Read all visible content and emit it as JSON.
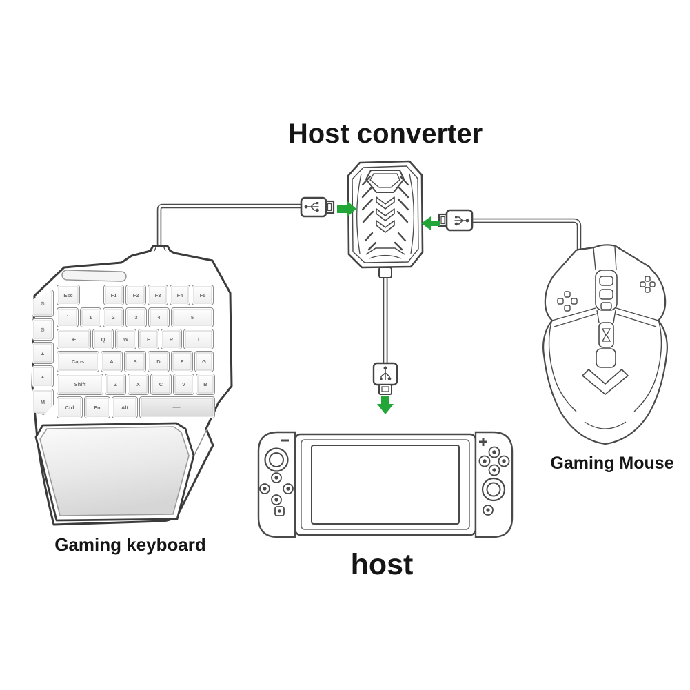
{
  "title": "Host converter",
  "labels": {
    "keyboard": "Gaming keyboard",
    "mouse": "Gaming Mouse",
    "host": "host"
  },
  "colors": {
    "background": "#ffffff",
    "line_dark": "#3b3b3b",
    "line_medium": "#4a4a4a",
    "line_light": "#9a9a9a",
    "arrow_green": "#22a638",
    "label_text": "#151515",
    "wrist_rest_top": "#fbfbfb",
    "wrist_rest_bottom": "#d6d6d6"
  },
  "icons": {
    "usb_connector": "usb-trident-icon",
    "flow_arrows": [
      "arrow-right-icon",
      "arrow-left-icon",
      "arrow-down-icon"
    ]
  },
  "keyboard_keys": {
    "side_column": [
      "⚙",
      "⚙",
      "▲",
      "▲",
      "M"
    ],
    "rows": [
      [
        "Esc",
        "F1",
        "F2",
        "F3",
        "F4",
        "F5"
      ],
      [
        "`",
        "1",
        "2",
        "3",
        "4",
        "5"
      ],
      [
        "⇤",
        "Q",
        "W",
        "E",
        "R",
        "T"
      ],
      [
        "Caps",
        "A",
        "S",
        "D",
        "F",
        "G"
      ],
      [
        "Shift",
        "Z",
        "X",
        "C",
        "V",
        "B"
      ],
      [
        "Ctrl",
        "Fn",
        "Alt",
        "—"
      ]
    ]
  }
}
